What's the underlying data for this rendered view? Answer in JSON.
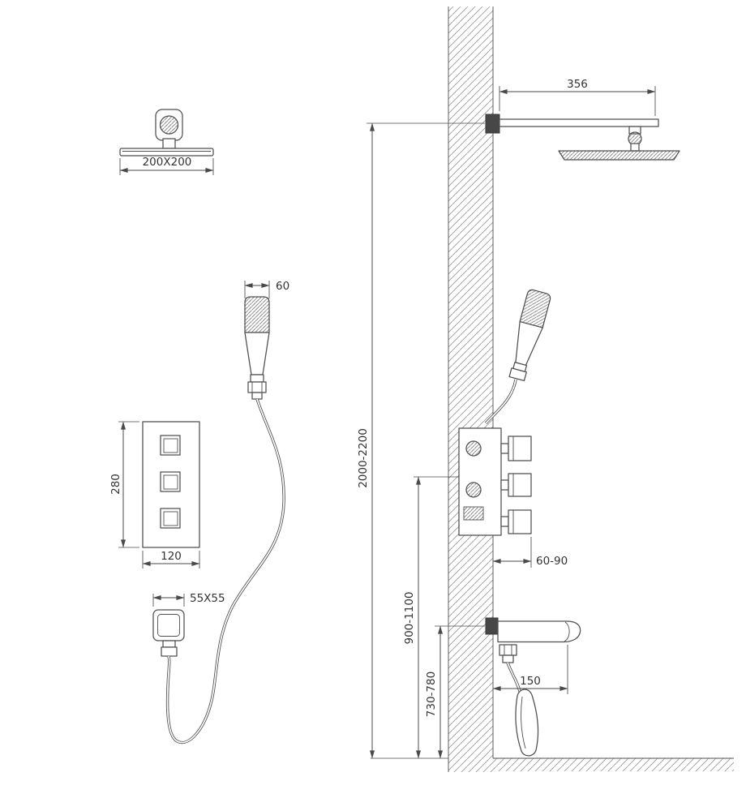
{
  "diagram": {
    "labels": {
      "head_size": "200X200",
      "hand_shower_width": "60",
      "valve_height": "280",
      "valve_width": "120",
      "outlet_size": "55X55",
      "arm_length": "356",
      "install_height": "2000-2200",
      "valve_depth": "60-90",
      "valve_mount_height": "900-1100",
      "spout_height": "730-780",
      "spout_reach": "150"
    }
  }
}
